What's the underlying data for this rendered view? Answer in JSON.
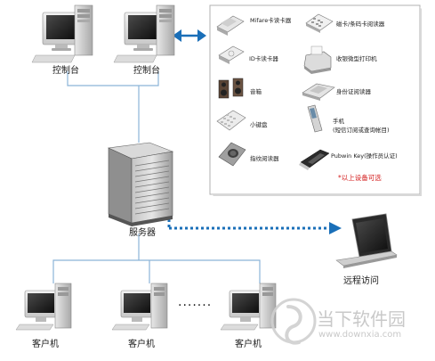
{
  "consoles": {
    "left_label": "控制台",
    "right_label": "控制台"
  },
  "server_label": "服务器",
  "remote_label": "远程访问",
  "clients": {
    "label_1": "客户机",
    "label_2": "客户机",
    "label_3": "客户机"
  },
  "ellipsis": "·······",
  "devices": {
    "mifare": "Mifare卡读卡器",
    "magcard": "磁卡/条码卡阅读器",
    "id_reader": "ID卡读卡器",
    "receipt_printer": "收银微型打印机",
    "speaker": "音箱",
    "idcard_reader": "身份证阅读器",
    "keypad": "小键盘",
    "phone_line1": "手机",
    "phone_line2": "(短信订阅或查询帐目)",
    "fingerprint": "指纹阅读器",
    "pubwin": "Pubwin Key(操作员认证)",
    "optional_note": "*以上设备可选"
  },
  "watermark": {
    "brand": "当下软件园",
    "url": "www.downxia.com"
  },
  "colors": {
    "line": "#8bb4d8",
    "arrow": "#1a6fb8",
    "note": "#d42020",
    "panel_border": "#b0b0b0"
  }
}
